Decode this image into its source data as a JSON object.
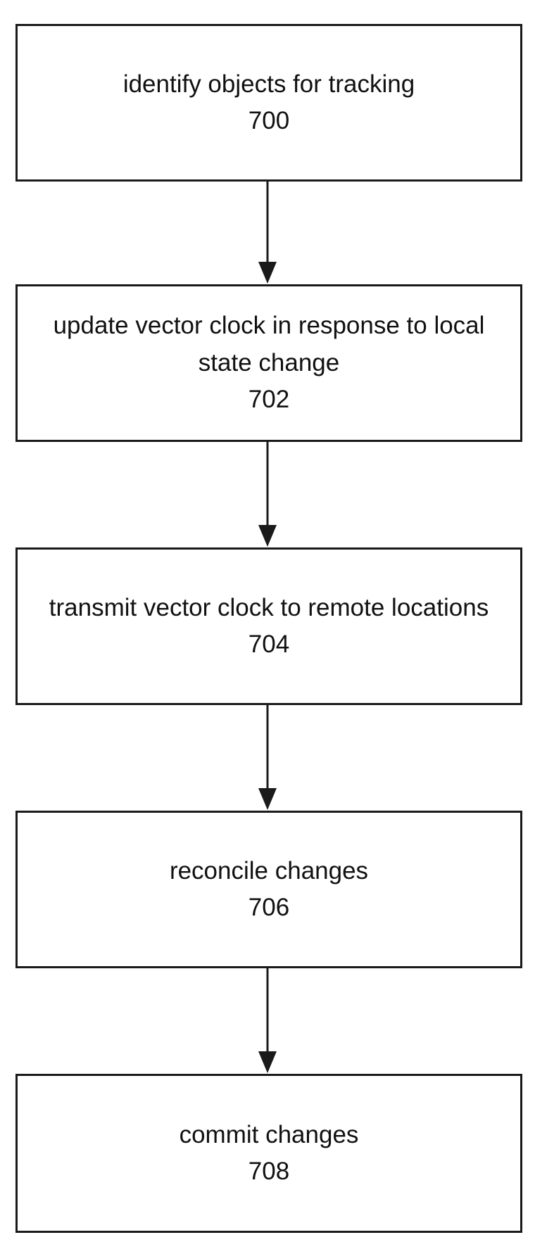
{
  "diagram": {
    "type": "flowchart",
    "steps": [
      {
        "text": "identify objects for tracking",
        "ref": "700"
      },
      {
        "text": "update vector clock in response to local state change",
        "ref": "702"
      },
      {
        "text": "transmit vector clock to remote locations",
        "ref": "704"
      },
      {
        "text": "reconcile changes",
        "ref": "706"
      },
      {
        "text": "commit changes",
        "ref": "708"
      }
    ],
    "edges": [
      {
        "from": "700",
        "to": "702"
      },
      {
        "from": "702",
        "to": "704"
      },
      {
        "from": "704",
        "to": "706"
      },
      {
        "from": "706",
        "to": "708"
      }
    ],
    "colors": {
      "stroke": "#1a1a1a",
      "background": "#ffffff",
      "text": "#111111"
    }
  }
}
